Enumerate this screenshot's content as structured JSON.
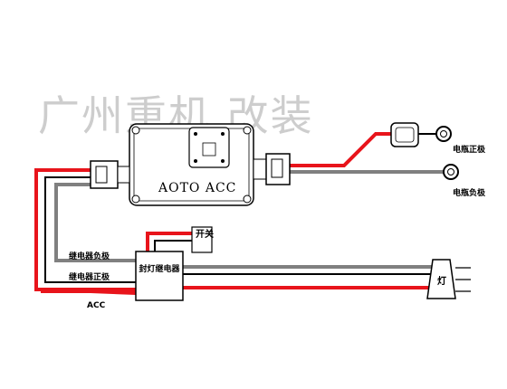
{
  "watermark": "广州重机 改装",
  "ballast": {
    "label": "AOTO ACC"
  },
  "battery": {
    "positive_label": "电瓶正极",
    "negative_label": "电瓶负极"
  },
  "switch": {
    "label": "开关"
  },
  "relay": {
    "label": "封灯继电器",
    "negative_label": "继电器负极",
    "positive_label": "继电器正极",
    "acc_label": "ACC"
  },
  "lamp": {
    "label": "灯"
  },
  "colors": {
    "red": "#e8141b",
    "gray": "#808080",
    "black": "#000000"
  }
}
